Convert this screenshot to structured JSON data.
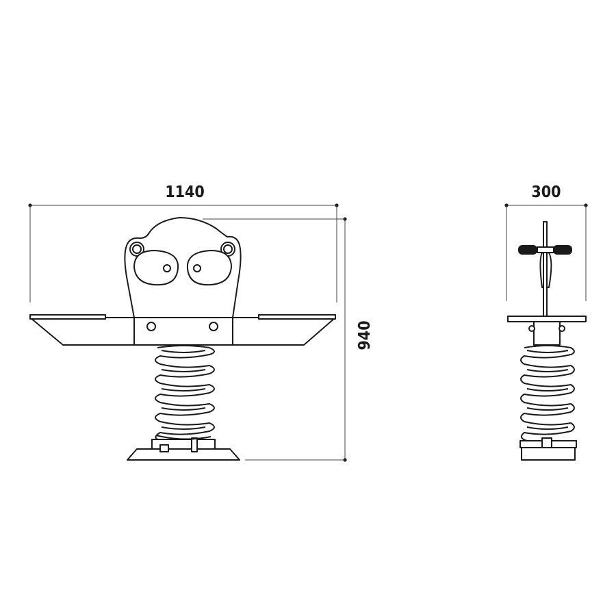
{
  "dimensions": {
    "front_width": "1140",
    "front_height": "940",
    "side_width": "300"
  }
}
